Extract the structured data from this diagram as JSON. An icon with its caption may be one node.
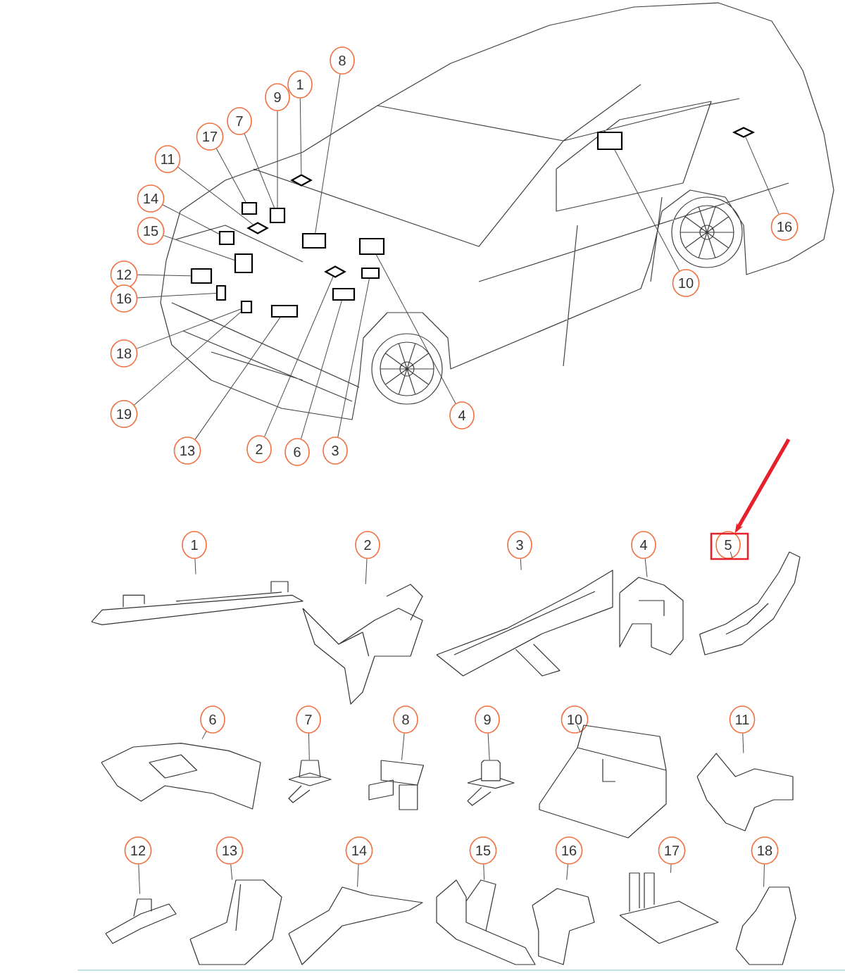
{
  "diagram": {
    "nodes": [
      {
        "text": [
          "8"
        ]
      },
      {
        "text": [
          "1"
        ]
      },
      {
        "text": [
          "9"
        ]
      },
      {
        "text": [
          "7"
        ]
      },
      {
        "text": [
          "17"
        ]
      },
      {
        "text": [
          "11"
        ]
      },
      {
        "text": [
          "14"
        ]
      },
      {
        "text": [
          "15"
        ]
      },
      {
        "text": [
          "12"
        ]
      },
      {
        "text": [
          "16"
        ]
      },
      {
        "text": [
          "18"
        ]
      },
      {
        "text": [
          "19"
        ]
      },
      {
        "text": [
          "13"
        ]
      },
      {
        "text": [
          "2"
        ]
      },
      {
        "text": [
          "6"
        ]
      },
      {
        "text": [
          "3"
        ]
      },
      {
        "text": [
          "4"
        ]
      },
      {
        "text": [
          "10"
        ]
      },
      {
        "text": [
          "16"
        ]
      },
      {
        "text": [],
        "shape": "diamond"
      },
      {
        "text": [],
        "shape": "box"
      },
      {
        "text": [],
        "shape": "box"
      },
      {
        "text": [],
        "shape": "box"
      },
      {
        "text": [],
        "shape": "diamond"
      },
      {
        "text": [],
        "shape": "box"
      },
      {
        "text": [],
        "shape": "box"
      },
      {
        "text": [],
        "shape": "box"
      },
      {
        "text": [],
        "shape": "box"
      },
      {
        "text": [],
        "shape": "box"
      },
      {
        "text": [],
        "shape": "box"
      },
      {
        "text": [],
        "shape": "diamond"
      },
      {
        "text": [],
        "shape": "box"
      },
      {
        "text": [],
        "shape": "box"
      },
      {
        "text": [],
        "shape": "box"
      },
      {
        "text": [],
        "shape": "box"
      },
      {
        "text": [],
        "shape": "diamond"
      },
      {
        "text": [
          "1"
        ]
      },
      {
        "text": [
          "2"
        ]
      },
      {
        "text": [
          "3"
        ]
      },
      {
        "text": [
          "4"
        ]
      },
      {
        "text": [
          "5"
        ]
      },
      {
        "text": [
          "6"
        ]
      },
      {
        "text": [
          "7"
        ]
      },
      {
        "text": [
          "8"
        ]
      },
      {
        "text": [
          "9"
        ]
      },
      {
        "text": [
          "10"
        ]
      },
      {
        "text": [
          "11"
        ]
      },
      {
        "text": [
          "12"
        ]
      },
      {
        "text": [
          "13"
        ]
      },
      {
        "text": [
          "14"
        ]
      },
      {
        "text": [
          "15"
        ]
      },
      {
        "text": [
          "16"
        ]
      },
      {
        "text": [
          "17"
        ]
      },
      {
        "text": [
          "18"
        ]
      },
      {
        "text": [],
        "shape": "picture"
      },
      {
        "text": [],
        "shape": "picture"
      },
      {
        "text": [],
        "shape": "picture"
      },
      {
        "text": [],
        "shape": "picture"
      },
      {
        "text": [],
        "shape": "picture"
      },
      {
        "text": [],
        "shape": "picture"
      },
      {
        "text": [],
        "shape": "picture"
      },
      {
        "text": [],
        "shape": "picture"
      },
      {
        "text": [],
        "shape": "picture"
      },
      {
        "text": [],
        "shape": "picture"
      },
      {
        "text": [],
        "shape": "picture"
      },
      {
        "text": [],
        "shape": "picture"
      },
      {
        "text": [],
        "shape": "picture"
      },
      {
        "text": [],
        "shape": "picture"
      },
      {
        "text": [],
        "shape": "picture"
      },
      {
        "text": [],
        "shape": "picture"
      },
      {
        "text": [],
        "shape": "picture"
      },
      {
        "text": [],
        "shape": "picture"
      }
    ],
    "edges": [
      {
        "from": 0,
        "to": 20,
        "arrow": "none"
      },
      {
        "from": 1,
        "to": 19,
        "arrow": "none"
      },
      {
        "from": 2,
        "to": 21,
        "arrow": "none"
      },
      {
        "from": 3,
        "to": 21,
        "arrow": "none"
      },
      {
        "from": 4,
        "to": 22,
        "arrow": "none"
      },
      {
        "from": 5,
        "to": 23,
        "arrow": "none"
      },
      {
        "from": 6,
        "to": 24,
        "arrow": "none"
      },
      {
        "from": 7,
        "to": 25,
        "arrow": "none"
      },
      {
        "from": 8,
        "to": 26,
        "arrow": "none"
      },
      {
        "from": 9,
        "to": 27,
        "arrow": "none"
      },
      {
        "from": 10,
        "to": 28,
        "arrow": "none"
      },
      {
        "from": 11,
        "to": 28,
        "arrow": "none"
      },
      {
        "from": 12,
        "to": 29,
        "arrow": "none"
      },
      {
        "from": 13,
        "to": 30,
        "arrow": "none"
      },
      {
        "from": 14,
        "to": 31,
        "arrow": "none"
      },
      {
        "from": 15,
        "to": 32,
        "arrow": "none"
      },
      {
        "from": 16,
        "to": 33,
        "arrow": "none"
      },
      {
        "from": 17,
        "to": 34,
        "arrow": "none"
      },
      {
        "from": 18,
        "to": 35,
        "arrow": "none"
      },
      {
        "from": 36,
        "to": 54,
        "arrow": "none"
      },
      {
        "from": 37,
        "to": 55,
        "arrow": "none"
      },
      {
        "from": 38,
        "to": 56,
        "arrow": "none"
      },
      {
        "from": 39,
        "to": 57,
        "arrow": "none"
      },
      {
        "from": 40,
        "to": 58,
        "arrow": "none"
      },
      {
        "from": 41,
        "to": 59,
        "arrow": "none"
      },
      {
        "from": 42,
        "to": 60,
        "arrow": "none"
      },
      {
        "from": 43,
        "to": 61,
        "arrow": "none"
      },
      {
        "from": 44,
        "to": 62,
        "arrow": "none"
      },
      {
        "from": 45,
        "to": 63,
        "arrow": "none"
      },
      {
        "from": 46,
        "to": 64,
        "arrow": "none"
      },
      {
        "from": 47,
        "to": 65,
        "arrow": "none"
      },
      {
        "from": 48,
        "to": 66,
        "arrow": "none"
      },
      {
        "from": 49,
        "to": 67,
        "arrow": "none"
      },
      {
        "from": 50,
        "to": 68,
        "arrow": "none"
      },
      {
        "from": 51,
        "to": 69,
        "arrow": "none"
      },
      {
        "from": 52,
        "to": 70,
        "arrow": "none"
      },
      {
        "from": 53,
        "to": 71,
        "arrow": "none"
      },
      {
        "from": null,
        "to": 40,
        "arrow": "to",
        "style": "thick",
        "color": "#e8202a"
      }
    ]
  }
}
